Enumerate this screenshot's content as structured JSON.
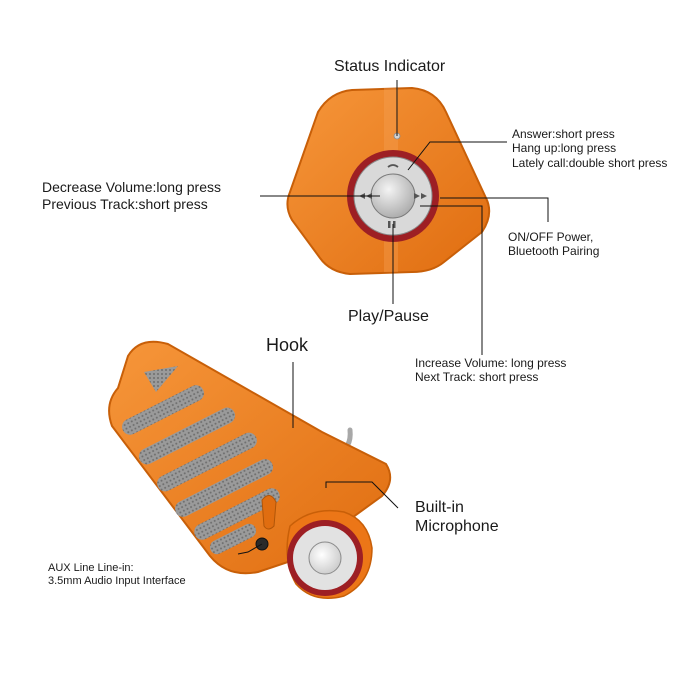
{
  "labels": {
    "status_indicator": "Status Indicator",
    "call_controls": [
      "Answer:short press",
      "Hang up:long press",
      "Lately call:double short press"
    ],
    "decrease_volume": [
      "Decrease Volume:long press",
      "Previous Track:short press"
    ],
    "power": [
      "ON/OFF Power,",
      "Bluetooth Pairing"
    ],
    "play_pause": "Play/Pause",
    "hook": "Hook",
    "increase_volume": [
      "Increase Volume: long press",
      "Next Track: short press"
    ],
    "microphone": [
      "Built-in",
      "Microphone"
    ],
    "aux": [
      "AUX Line Line-in:",
      "3.5mm Audio Input Interface"
    ]
  },
  "colors": {
    "body": "#f07d1c",
    "body_dark": "#c85f08",
    "grille": "#8e8e8e",
    "ring": "#9d1f24",
    "panel": "#d9d9d9",
    "leader": "#111111"
  }
}
